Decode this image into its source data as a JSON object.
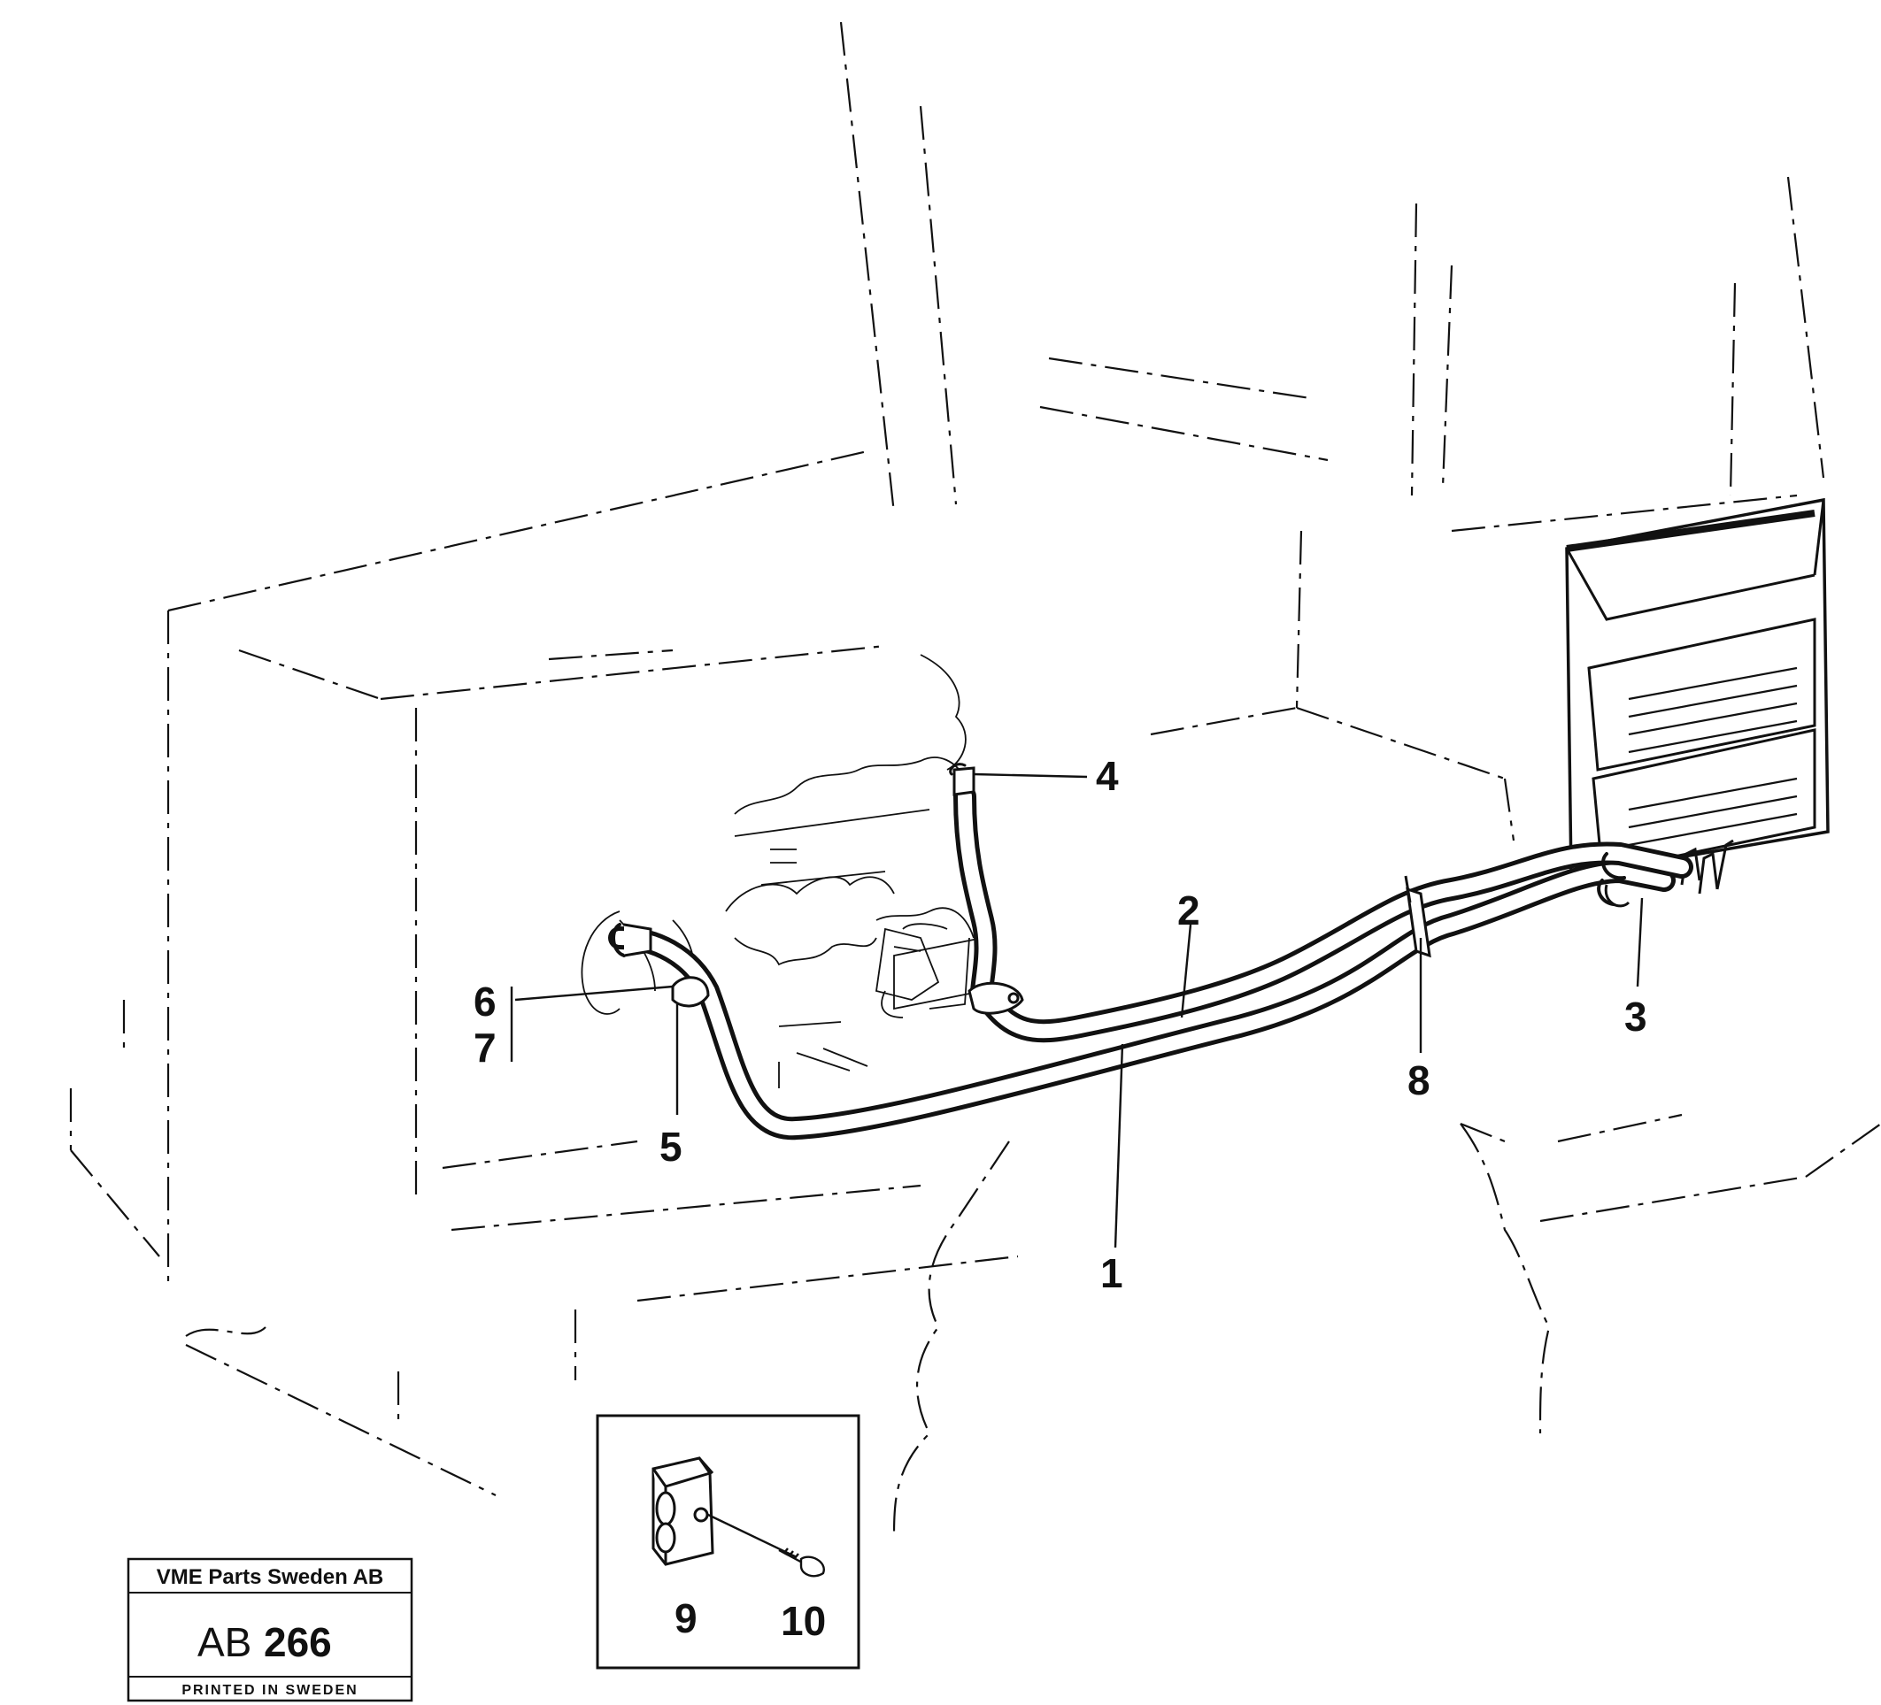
{
  "diagram": {
    "callouts": [
      {
        "id": "1",
        "label": "1"
      },
      {
        "id": "2",
        "label": "2"
      },
      {
        "id": "3",
        "label": "3"
      },
      {
        "id": "4",
        "label": "4"
      },
      {
        "id": "5",
        "label": "5"
      },
      {
        "id": "6",
        "label": "6"
      },
      {
        "id": "7",
        "label": "7"
      },
      {
        "id": "8",
        "label": "8"
      },
      {
        "id": "9",
        "label": "9"
      },
      {
        "id": "10",
        "label": "10"
      }
    ]
  },
  "stamp": {
    "company": "VME Parts Sweden AB",
    "code_prefix": "AB",
    "code_number": "266",
    "printed": "PRINTED IN SWEDEN"
  },
  "colors": {
    "ink": "#111111",
    "paper": "#ffffff"
  }
}
